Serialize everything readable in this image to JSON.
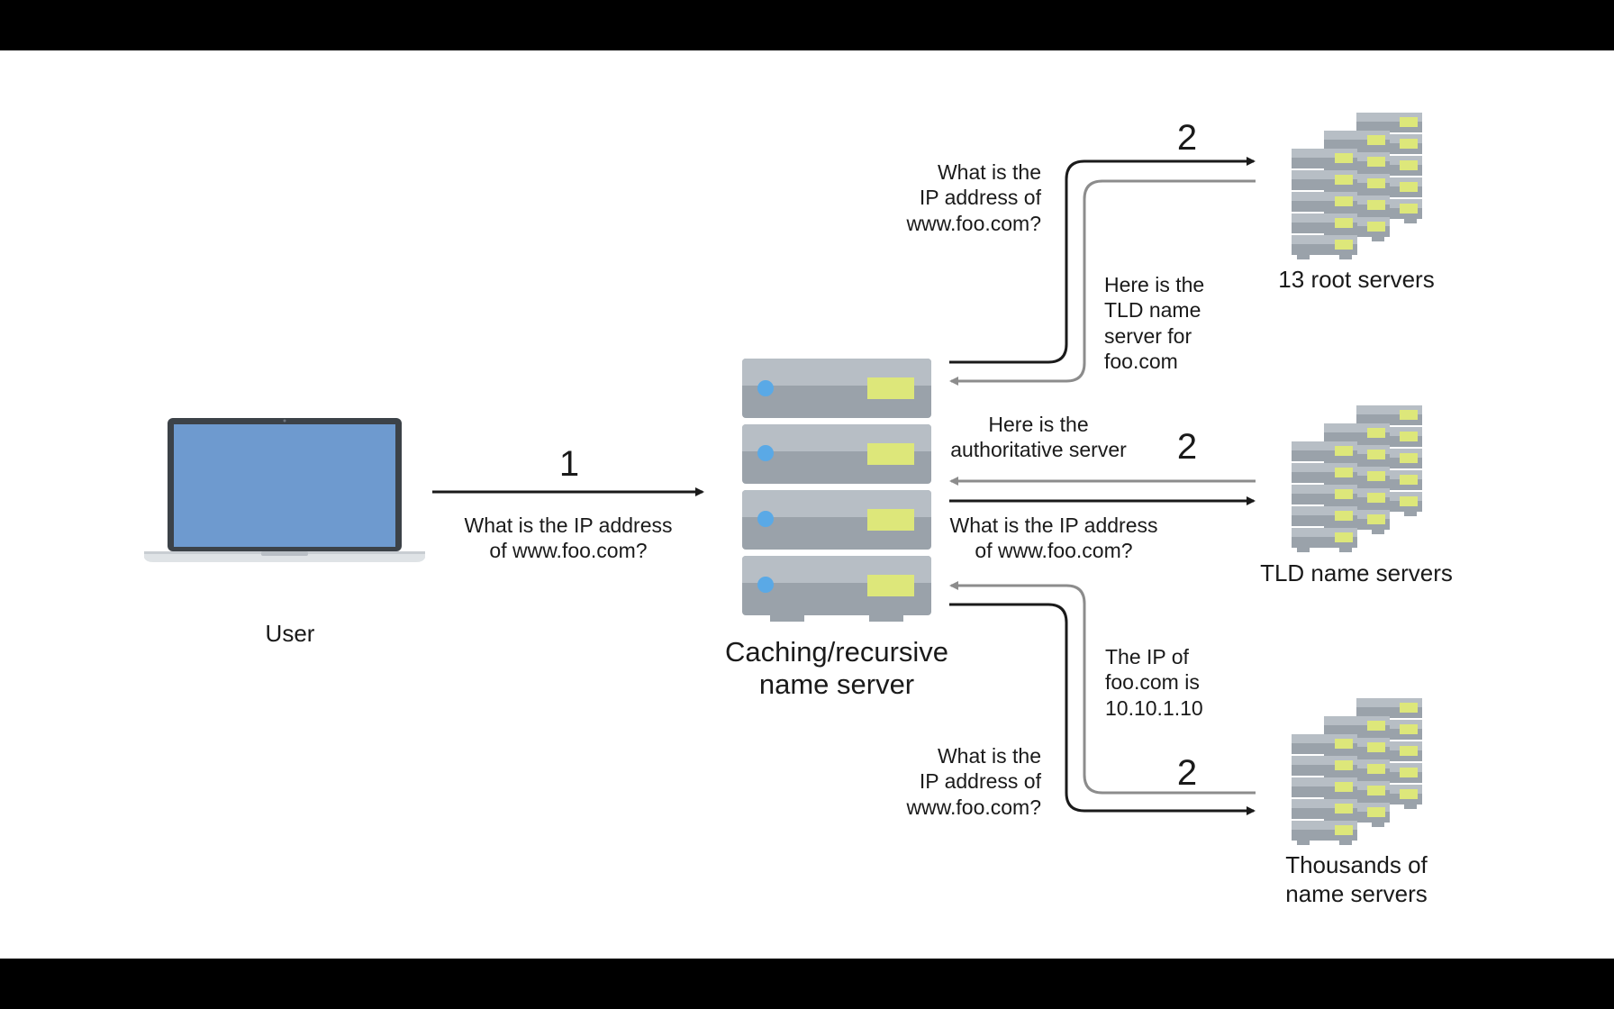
{
  "colors": {
    "letterbox": "#000000",
    "canvas": "#ffffff",
    "server_dark": "#9aa2aa",
    "server_light": "#b7bec5",
    "server_indicator": "#dde77a",
    "server_led": "#5aa9e6",
    "laptop_screen": "#6e9acf",
    "laptop_bezel": "#3c4248",
    "arrow_request": "#1a1a1a",
    "arrow_response": "#8c8c8c"
  },
  "nodes": {
    "user": {
      "label": "User",
      "icon": "laptop-icon"
    },
    "resolver": {
      "label_line1": "Caching/recursive",
      "label_line2": "name server",
      "icon": "server-rack-icon"
    },
    "root": {
      "label": "13 root servers",
      "icon": "server-cluster-icon"
    },
    "tld": {
      "label": "TLD name servers",
      "icon": "server-cluster-icon"
    },
    "auth": {
      "label_line1": "Thousands of",
      "label_line2": "name servers",
      "icon": "server-cluster-icon"
    }
  },
  "steps": {
    "user_to_resolver": "1",
    "resolver_to_root": "2",
    "resolver_to_tld": "2",
    "resolver_to_auth": "2"
  },
  "messages": {
    "user_query": [
      "What is the IP address",
      "of www.foo.com?"
    ],
    "root_query": [
      "What is the",
      "IP address of",
      "www.foo.com?"
    ],
    "root_reply": [
      "Here is the",
      "TLD name",
      "server for",
      "foo.com"
    ],
    "tld_reply": [
      "Here is the",
      "authoritative server"
    ],
    "tld_query": [
      "What is the IP address",
      "of www.foo.com?"
    ],
    "auth_reply": [
      "The IP of",
      "foo.com is",
      "10.10.1.10"
    ],
    "auth_query": [
      "What is the",
      "IP address of",
      "www.foo.com?"
    ]
  }
}
